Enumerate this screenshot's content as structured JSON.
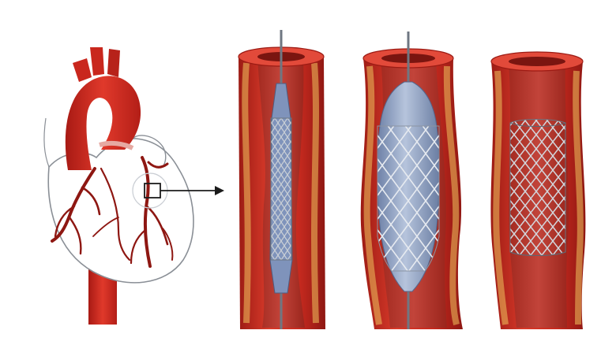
{
  "diagram": {
    "subject": "coronary-stent-placement",
    "panels": [
      {
        "id": "heart",
        "icon": "heart-illustration"
      },
      {
        "id": "stage-1",
        "icon": "catheter-crimped-stent-in-artery"
      },
      {
        "id": "stage-2",
        "icon": "balloon-expanded-stent-in-artery"
      },
      {
        "id": "stage-3",
        "icon": "deployed-stent-in-artery"
      }
    ],
    "colors": {
      "artery_red": "#c8231c",
      "artery_dark": "#8e1712",
      "artery_inner": "#b8372c",
      "plaque_yellow": "#f0c25e",
      "vessel_tube": "#b0d0e8",
      "balloon_blue": "#8fa6c9",
      "stent_metal": "#9aa2ad",
      "catheter": "#6f7782",
      "background": "#ffffff"
    }
  }
}
